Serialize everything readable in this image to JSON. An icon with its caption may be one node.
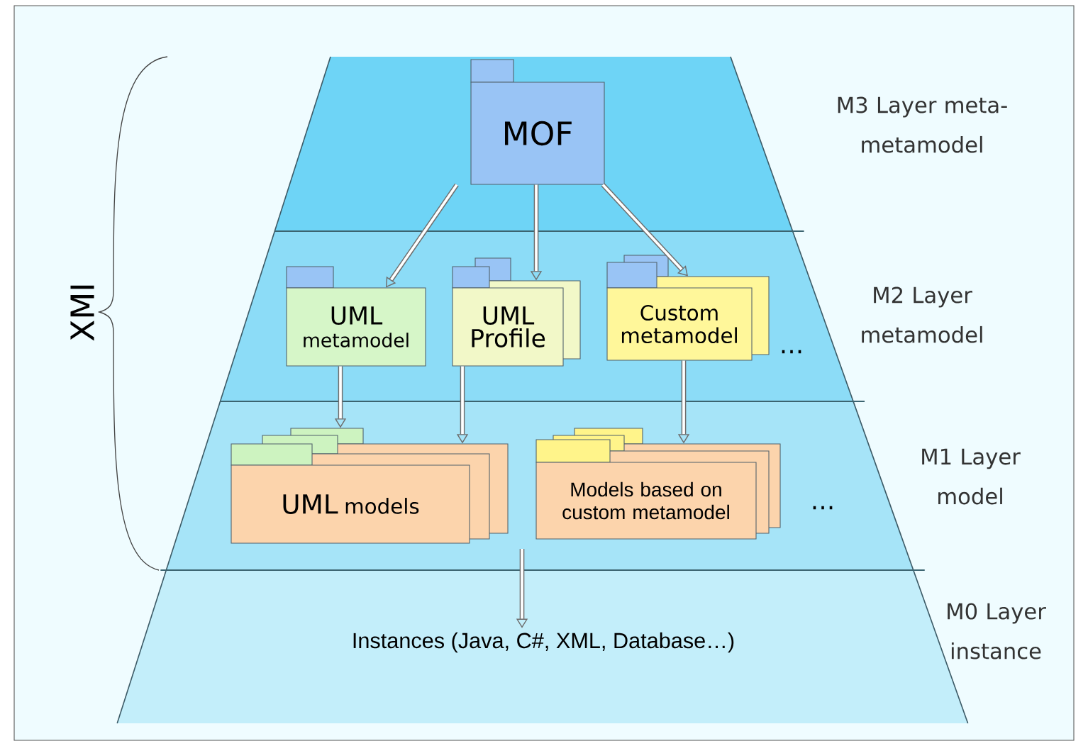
{
  "diagram": {
    "nodes": [
      {
        "text": [
          "MOF"
        ]
      },
      {
        "text": [
          "UML",
          "metamodel"
        ]
      },
      {
        "text": [
          "UML Profile"
        ]
      },
      {
        "text": [
          "Custom metamodel"
        ]
      },
      {
        "text": [
          "UML",
          "models"
        ]
      },
      {
        "text": [
          "Models based on custom metamodel"
        ]
      },
      {
        "text": [
          "Instances (Java, C#, XML, Database…)"
        ]
      }
    ],
    "edges": [
      {
        "from": 0,
        "to": 1,
        "arrow": "to"
      },
      {
        "from": 0,
        "to": 2,
        "arrow": "to"
      },
      {
        "from": 0,
        "to": 3,
        "arrow": "to"
      },
      {
        "from": 1,
        "to": 4,
        "arrow": "to"
      },
      {
        "from": 2,
        "to": 4,
        "arrow": "to"
      },
      {
        "from": 3,
        "to": 5,
        "arrow": "to"
      },
      {
        "from": null,
        "to": 6,
        "arrow": "to"
      }
    ],
    "labels": [
      "M3 Layer meta-metamodel",
      "M2 Layer metamodel",
      "XMI",
      "…",
      "M1 Layer model",
      "…",
      "M0 Layer instance"
    ]
  }
}
